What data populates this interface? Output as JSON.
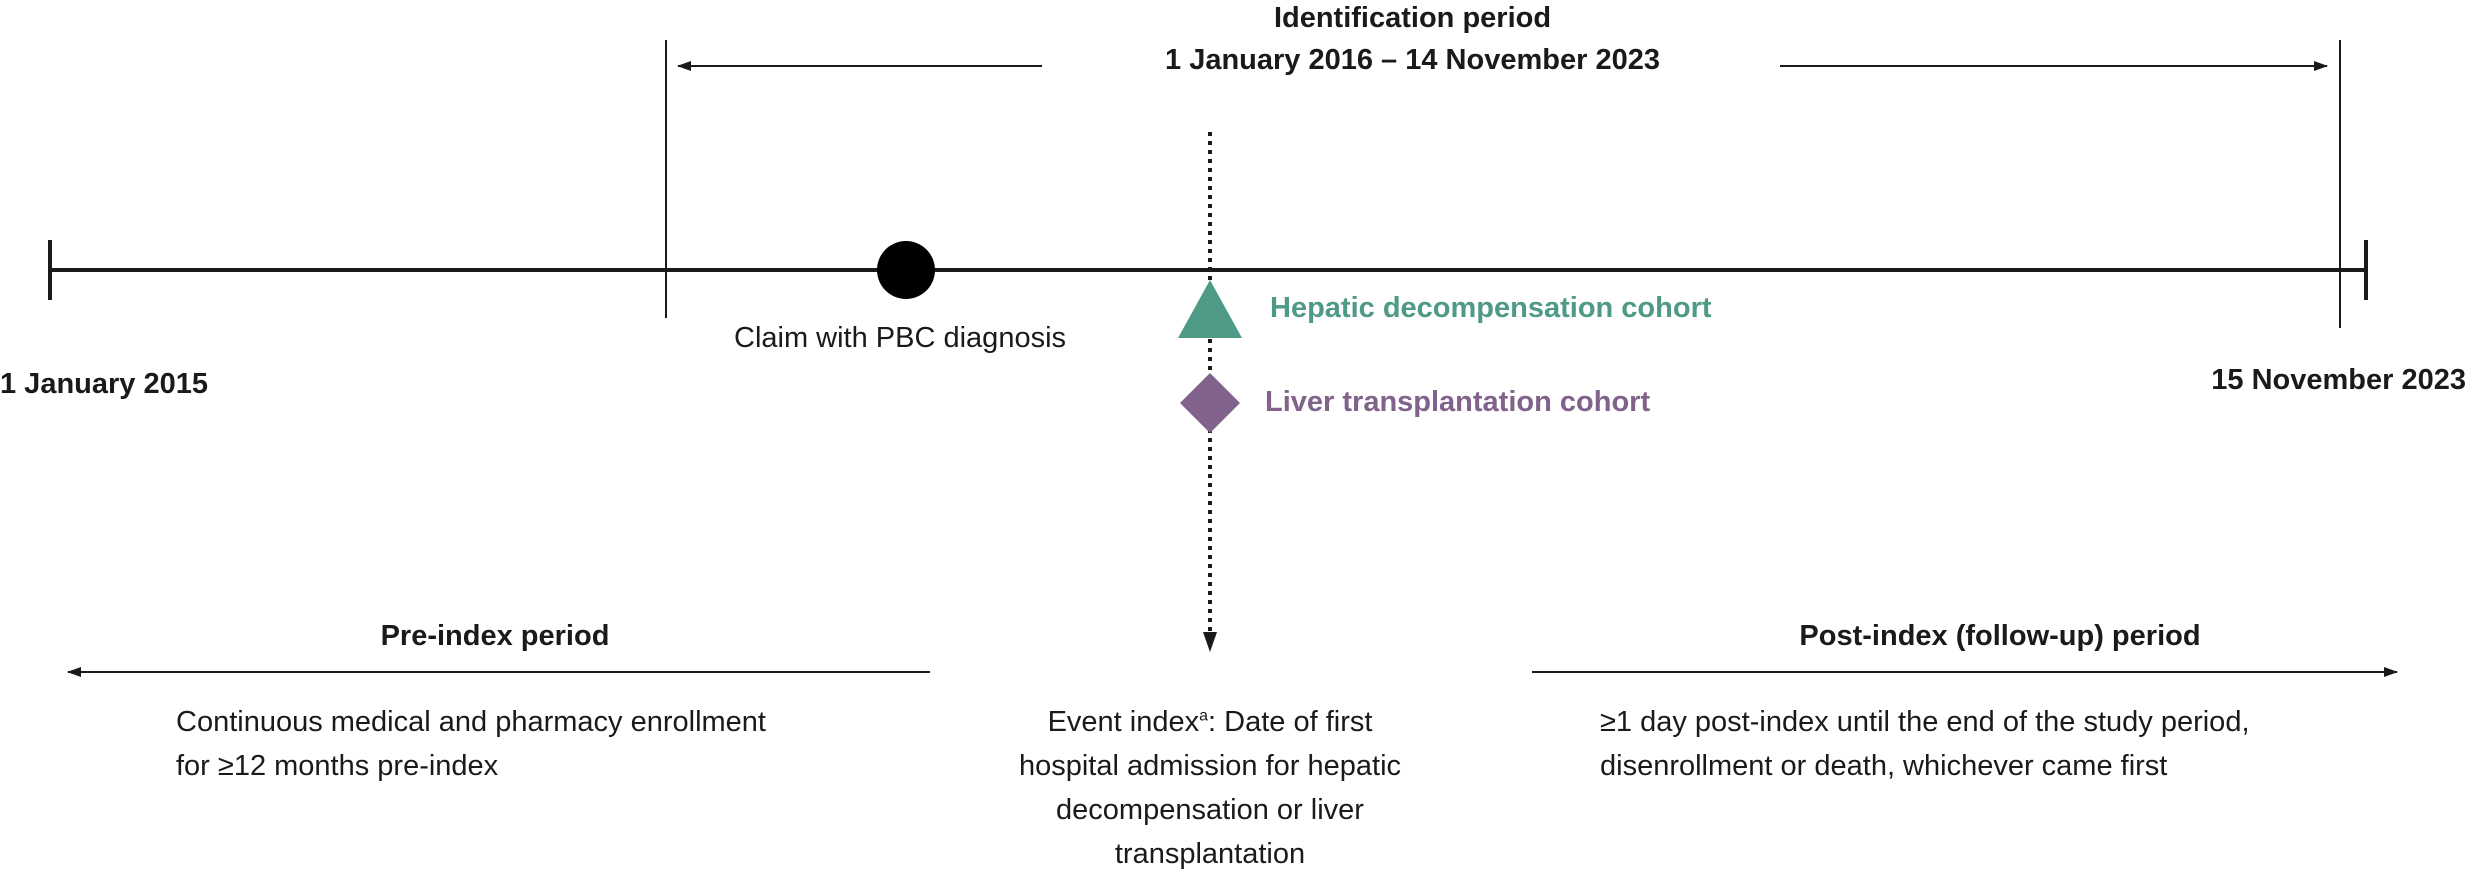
{
  "identification": {
    "title": "Identification period",
    "range": "1 January 2016 – 14 November 2023"
  },
  "timeline": {
    "start_label": "1 January 2015",
    "end_label": "15 November 2023"
  },
  "claim_label": "Claim with PBC diagnosis",
  "cohorts": {
    "hepatic": {
      "label": "Hepatic decompensation cohort",
      "color": "#4e9a86"
    },
    "transplant": {
      "label": "Liver transplantation cohort",
      "color": "#80628a"
    }
  },
  "pre_index": {
    "title": "Pre-index period",
    "line1": "Continuous medical and pharmacy enrollment",
    "line2": "for ≥12 months pre-index"
  },
  "event_index": {
    "prefix": "Event index",
    "superscript": "a",
    "rest_line1": ": Date of first",
    "line2": "hospital admission for hepatic",
    "line3": "decompensation or liver",
    "line4": "transplantation"
  },
  "post_index": {
    "title": "Post-index (follow-up) period",
    "line1": "≥1 day post-index until the end of the study period,",
    "line2": "disenrollment or death, whichever came first"
  }
}
